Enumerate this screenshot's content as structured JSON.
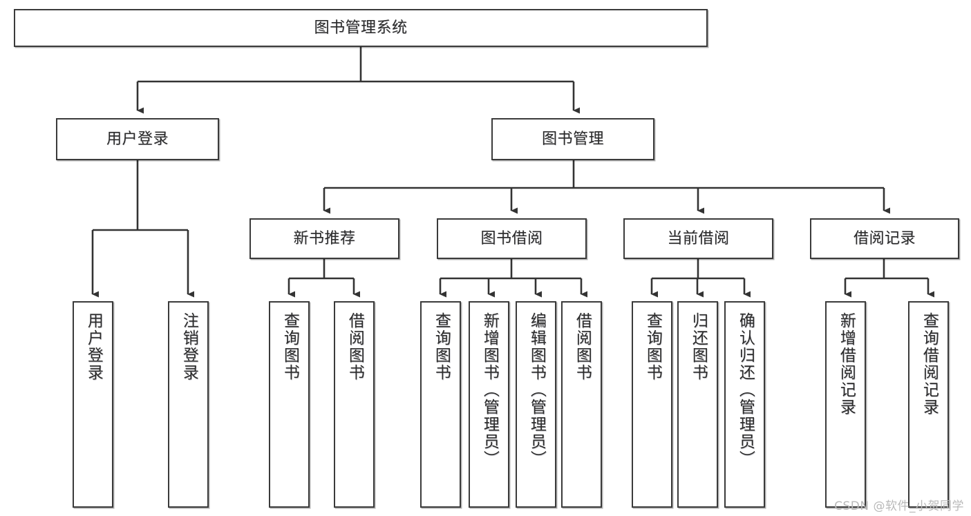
{
  "diagram": {
    "title": "图书管理系统",
    "type": "tree",
    "watermark": "CSDN @软件_小贺同学",
    "colors": {
      "box_border": "#3a3a3a",
      "box_fill": "#ffffff",
      "text": "#2b2b2b",
      "connector": "#333333",
      "watermark": "#b9b9b9",
      "background": "#ffffff"
    },
    "nodes": {
      "root": {
        "label": "图书管理系统"
      },
      "level2": [
        {
          "label": "用户登录"
        },
        {
          "label": "图书管理"
        }
      ],
      "level3": [
        {
          "label": "新书推荐"
        },
        {
          "label": "图书借阅"
        },
        {
          "label": "当前借阅"
        },
        {
          "label": "借阅记录"
        }
      ],
      "leaves": {
        "user_login": [
          {
            "label": "用户登录"
          },
          {
            "label": "注销登录"
          }
        ],
        "new_book": [
          {
            "label": "查询图书"
          },
          {
            "label": "借阅图书"
          }
        ],
        "book_borrow": [
          {
            "label": "查询图书"
          },
          {
            "label": "新增图书（管理员）"
          },
          {
            "label": "编辑图书（管理员）"
          },
          {
            "label": "借阅图书"
          }
        ],
        "current_borrow": [
          {
            "label": "查询图书"
          },
          {
            "label": "归还图书"
          },
          {
            "label": "确认归还（管理员）"
          }
        ],
        "borrow_record": [
          {
            "label": "新增借阅记录"
          },
          {
            "label": "查询借阅记录"
          }
        ]
      }
    }
  }
}
